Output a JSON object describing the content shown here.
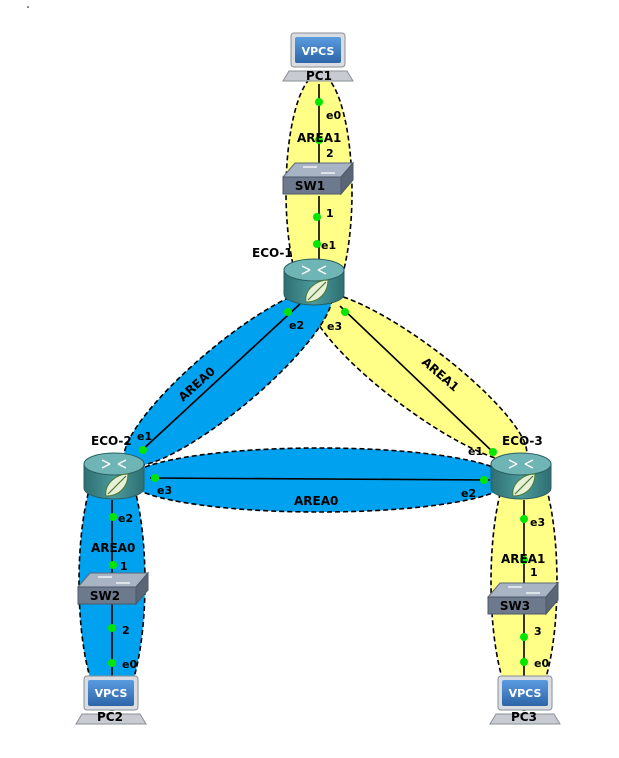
{
  "colors": {
    "backbone": "#00a2f0",
    "area1": "#ffff88",
    "link": "#000000",
    "port_dot": "#00e600",
    "router_body": "#3e8c8f",
    "router_top": "#6fb5b6",
    "switch_top": "#a8b3c4",
    "switch_side": "#6d7a8e",
    "vpcs_screen": "#3a7cc2"
  },
  "routers": {
    "eco1": "ECO-1",
    "eco2": "ECO-2",
    "eco3": "ECO-3"
  },
  "switches": {
    "sw1": "SW1",
    "sw2": "SW2",
    "sw3": "SW3"
  },
  "pcs": {
    "pc1": "PC1",
    "pc2": "PC2",
    "pc3": "PC3",
    "vpcs_label": "VPCS"
  },
  "areas": {
    "top": "AREA1",
    "eco1_eco2": "AREA0",
    "eco1_eco3": "AREA1",
    "eco2_eco3": "AREA0",
    "left": "AREA0",
    "right": "AREA1"
  },
  "ports": {
    "pc1_e0": "e0",
    "sw1_2": "2",
    "sw1_1": "1",
    "eco1_e1": "e1",
    "eco1_e2": "e2",
    "eco1_e3": "e3",
    "eco2_e1": "e1",
    "eco2_e3": "e3",
    "eco2_e2": "e2",
    "sw2_1": "1",
    "sw2_2": "2",
    "pc2_e0": "e0",
    "eco3_e1": "e1",
    "eco3_e2": "e2",
    "eco3_e3": "e3",
    "sw3_1": "1",
    "sw3_3": "3",
    "pc3_e0": "e0"
  }
}
